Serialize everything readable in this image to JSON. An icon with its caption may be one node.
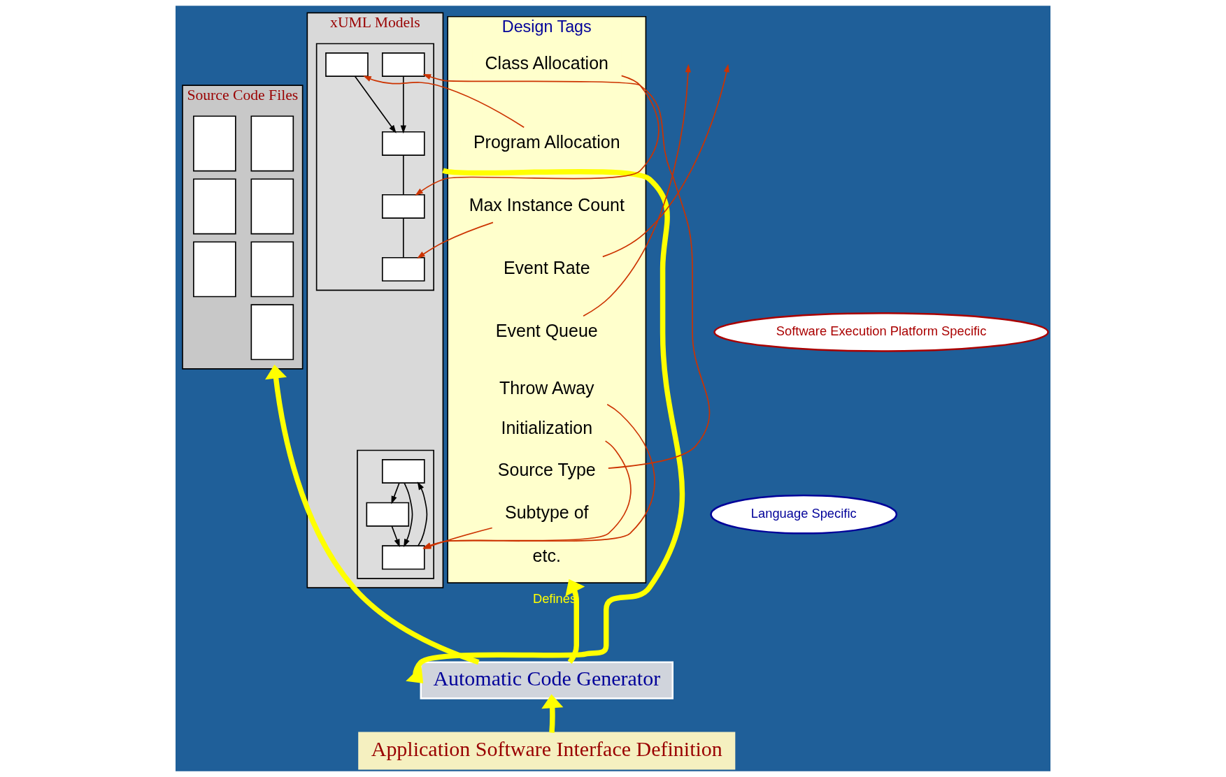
{
  "diagram": {
    "nodes": [
      {
        "text": [
          "xUML Models"
        ]
      },
      {
        "text": [],
        "shape": "box",
        "in": 0
      },
      {
        "text": [],
        "shape": "box",
        "in": 1
      },
      {
        "text": [],
        "shape": "box",
        "in": 1
      },
      {
        "text": [],
        "shape": "box",
        "in": 1
      },
      {
        "text": [],
        "shape": "box",
        "in": 1
      },
      {
        "text": [],
        "shape": "box",
        "in": 1
      },
      {
        "text": [],
        "shape": "box",
        "in": 0
      },
      {
        "text": [],
        "shape": "box",
        "in": 7
      },
      {
        "text": [],
        "shape": "box",
        "in": 7
      },
      {
        "text": [],
        "shape": "box",
        "in": 7
      },
      {
        "text": [
          "Design Tags"
        ]
      },
      {
        "text": [
          "Class Allocation"
        ],
        "in": 11
      },
      {
        "text": [
          "Program Allocation"
        ],
        "in": 11
      },
      {
        "text": [
          "Max Instance Count"
        ],
        "in": 11
      },
      {
        "text": [
          "Event Rate"
        ],
        "in": 11
      },
      {
        "text": [
          "Event Queue"
        ],
        "in": 11
      },
      {
        "text": [
          "Throw Away"
        ],
        "in": 11
      },
      {
        "text": [
          "Initialization"
        ],
        "in": 11
      },
      {
        "text": [
          "Source Type"
        ],
        "in": 11
      },
      {
        "text": [
          "Subtype of"
        ],
        "in": 11
      },
      {
        "text": [
          "etc."
        ],
        "in": 11
      },
      {
        "text": [
          "Software Execution Platform Specific"
        ]
      },
      {
        "text": [
          "Language Specific"
        ]
      },
      {
        "text": [
          "Automatic Code Generator"
        ]
      },
      {
        "text": [
          "Application Software Interface Definition"
        ]
      },
      {
        "text": [
          "Source Code Files"
        ]
      },
      {
        "text": [],
        "shape": "box",
        "in": 26
      },
      {
        "text": [],
        "shape": "box",
        "in": 26
      },
      {
        "text": [],
        "shape": "box",
        "in": 26
      },
      {
        "text": [],
        "shape": "box",
        "in": 26
      },
      {
        "text": [],
        "shape": "box",
        "in": 26
      },
      {
        "text": [],
        "shape": "box",
        "in": 26
      },
      {
        "text": [],
        "shape": "box",
        "in": 26
      }
    ],
    "edges": [
      {
        "from": 12,
        "to": 3,
        "arrow": "to",
        "color": "#cc3300"
      },
      {
        "from": 13,
        "to": 5,
        "arrow": "to",
        "color": "#cc3300"
      },
      {
        "from": 14,
        "to": 6,
        "arrow": "to",
        "color": "#cc3300"
      },
      {
        "from": 15,
        "to": null,
        "arrow": "to",
        "color": "#cc3300"
      },
      {
        "from": 16,
        "to": null,
        "arrow": "to",
        "color": "#cc3300"
      },
      {
        "from": 17,
        "to": 10,
        "arrow": "to",
        "color": "#cc3300"
      },
      {
        "from": 18,
        "to": 10,
        "arrow": "to",
        "color": "#cc3300"
      },
      {
        "from": 19,
        "to": 4,
        "arrow": "to",
        "color": "#cc3300"
      },
      {
        "from": 20,
        "to": 10,
        "arrow": "to",
        "color": "#cc3300"
      },
      {
        "from": 2,
        "to": 3,
        "arrow": "none",
        "color": "#000000"
      },
      {
        "from": 4,
        "to": 2,
        "arrow": "to",
        "color": "#000000"
      },
      {
        "from": 5,
        "to": 2,
        "arrow": "to",
        "color": "#000000"
      },
      {
        "from": 3,
        "to": 6,
        "arrow": "none",
        "color": "#000000"
      },
      {
        "from": 8,
        "to": 9,
        "arrow": "to",
        "color": "#000000"
      },
      {
        "from": 8,
        "to": 10,
        "arrow": "to",
        "color": "#000000"
      },
      {
        "from": 10,
        "to": 8,
        "arrow": "to",
        "color": "#000000"
      },
      {
        "from": 9,
        "to": 10,
        "arrow": "to",
        "color": "#000000"
      },
      {
        "from": 0,
        "to": 24,
        "arrow": "to",
        "style": "thick",
        "color": "#ffff00"
      },
      {
        "from": 24,
        "to": 26,
        "arrow": "to",
        "style": "thick",
        "color": "#ffff00"
      },
      {
        "from": 24,
        "to": 11,
        "arrow": "to",
        "label": "Defines",
        "style": "thick",
        "color": "#ffff00"
      },
      {
        "from": 25,
        "to": 24,
        "arrow": "to",
        "style": "thick",
        "color": "#ffff00"
      }
    ]
  }
}
